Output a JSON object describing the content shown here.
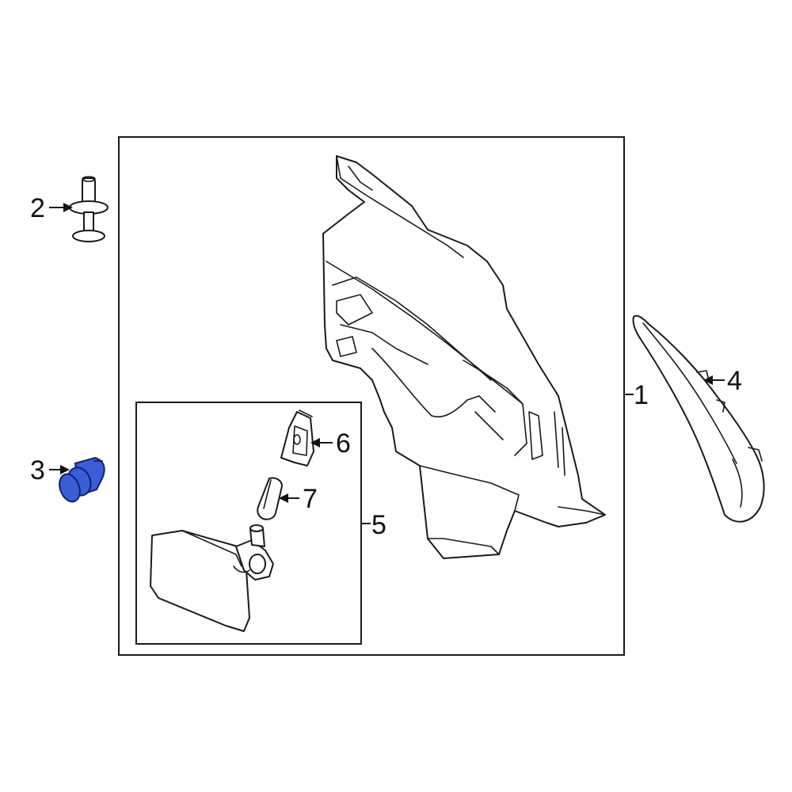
{
  "labels": {
    "part1": "1",
    "part2": "2",
    "part3": "3",
    "part4": "4",
    "part5": "5",
    "part6": "6",
    "part7": "7"
  },
  "colors": {
    "line": "#1a1a1a",
    "highlight_fill": "#3b5ed6",
    "highlight_stroke": "#10206b"
  },
  "highlighted_part": "3"
}
